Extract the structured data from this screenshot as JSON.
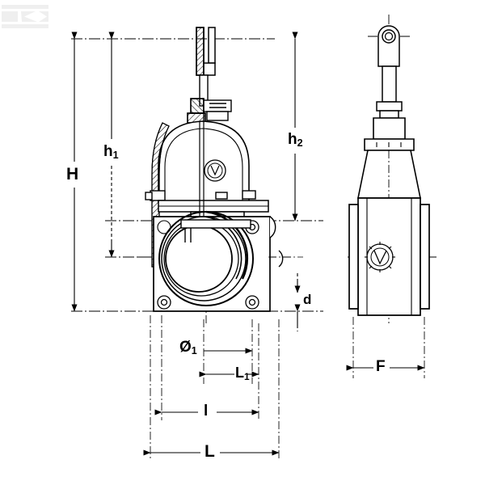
{
  "drawing": {
    "type": "technical-line-drawing",
    "subject": "gate-valve",
    "views": [
      {
        "name": "front-sectional-view",
        "label": ""
      },
      {
        "name": "side-view",
        "label": ""
      }
    ],
    "background_color": "#ffffff",
    "line_color": "#000000",
    "watermark_color": "#f0f0f0"
  },
  "dimensions": {
    "H": {
      "text": "H",
      "sub": "",
      "axis": "vertical",
      "view": "front"
    },
    "h1": {
      "text": "h",
      "sub": "1",
      "axis": "vertical",
      "view": "front"
    },
    "h2": {
      "text": "h",
      "sub": "2",
      "axis": "vertical",
      "view": "front"
    },
    "d": {
      "text": "d",
      "sub": "",
      "axis": "vertical",
      "view": "front"
    },
    "O1": {
      "text": "Ø",
      "sub": "1",
      "axis": "horizontal",
      "view": "front"
    },
    "L1": {
      "text": "L",
      "sub": "1",
      "axis": "horizontal",
      "view": "front"
    },
    "l": {
      "text": "l",
      "sub": "",
      "axis": "horizontal",
      "view": "front"
    },
    "L": {
      "text": "L",
      "sub": "",
      "axis": "horizontal",
      "view": "front"
    },
    "F": {
      "text": "F",
      "sub": "",
      "axis": "horizontal",
      "view": "side"
    }
  },
  "watermark": {
    "glyph": "K",
    "name": "kramp-logo-watermark"
  }
}
